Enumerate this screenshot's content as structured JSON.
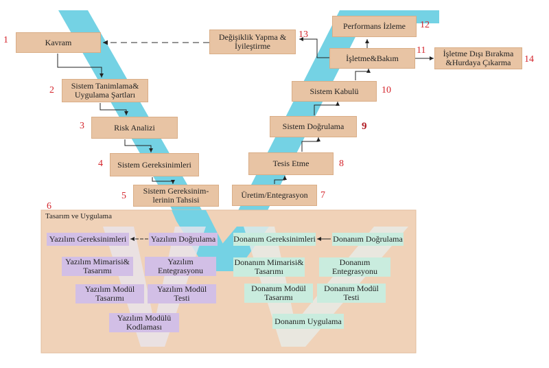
{
  "colors": {
    "tan": "#e8c4a4",
    "panel": "#f0d2b8",
    "cyan": "#74d2e4",
    "lavender": "#d2bfe6",
    "mint": "#c9ecde",
    "number_red": "#d4242b"
  },
  "steps": [
    {
      "num": "1",
      "label": "Kavram"
    },
    {
      "num": "2",
      "label": "Sistem Tanimlama&\nUygulama Şartları"
    },
    {
      "num": "3",
      "label": "Risk Analizi"
    },
    {
      "num": "4",
      "label": "Sistem Gereksinimleri"
    },
    {
      "num": "5",
      "label": "Sistem Gereksinim-\nlerinin Tahsisi"
    },
    {
      "num": "6",
      "label": "Tasarım ve Uygulama"
    },
    {
      "num": "7",
      "label": "Üretim/Entegrasyon"
    },
    {
      "num": "8",
      "label": "Tesis Etme"
    },
    {
      "num": "9",
      "label": "Sistem Doğrulama"
    },
    {
      "num": "10",
      "label": "Sistem Kabulü"
    },
    {
      "num": "11",
      "label": "İşletme&Bakım"
    },
    {
      "num": "12",
      "label": "Performans İzleme"
    },
    {
      "num": "13",
      "label": "Değişiklik Yapma &\nİyileştirme"
    },
    {
      "num": "14",
      "label": "İşletme Dışı Bırakma\n&Hurdaya Çıkarma"
    }
  ],
  "software": {
    "requirements": "Yazılım Gereksinimleri",
    "verification": "Yazılım Doğrulama",
    "architecture": "Yazılım Mimarisi&\nTasarımı",
    "integration": "Yazılım\nEntegrasyonu",
    "module_design": "Yazılım Modül\nTasarımı",
    "module_test": "Yazılım Modül\nTesti",
    "module_coding": "Yazılım Modülü\nKodlaması"
  },
  "hardware": {
    "requirements": "Donanım Gereksinimleri",
    "verification": "Donanım Doğrulama",
    "architecture": "Donanım Mimarisi&\nTasarımı",
    "integration": "Donanım\nEntegrasyonu",
    "module_design": "Donanım Modül\nTasarımı",
    "module_test": "Donanım Modül\nTesti",
    "implementation": "Donanım Uygulama"
  }
}
